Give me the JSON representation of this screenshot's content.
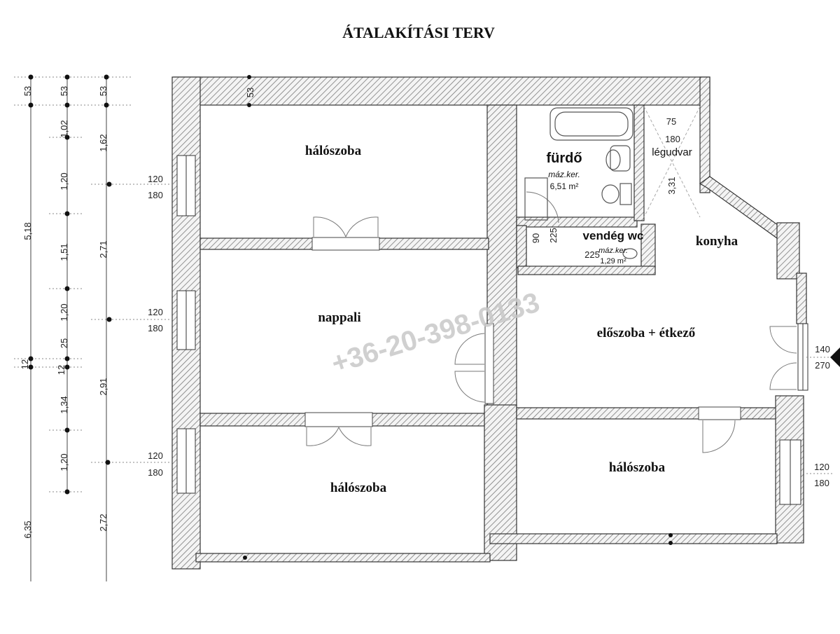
{
  "title": "ÁTALAKÍTÁSI TERV",
  "watermark": "+36-20-398-0133",
  "rooms": {
    "bedroom_top": "hálószoba",
    "living": "nappali",
    "bedroom_bottom_left": "hálószoba",
    "bedroom_bottom_right": "hálószoba",
    "bathroom": "fürdő",
    "bathroom_tile": "máz.ker.",
    "bathroom_area": "6,51 m²",
    "lightwell": "légudvar",
    "guest_wc": "vendég wc",
    "guest_wc_tile": "máz.ker.",
    "guest_wc_area": "1,29 m²",
    "kitchen": "konyha",
    "hall_dining": "előszoba + étkező"
  },
  "dimensions": {
    "col1": [
      "53",
      "5,18",
      "12",
      "6,35"
    ],
    "col2": [
      "53",
      "1,02",
      "1,20",
      "1,51",
      "1,20",
      "25",
      "12",
      "1,34",
      "1,20"
    ],
    "col3": [
      "53",
      "1,62",
      "2,71",
      "2,91",
      "2,72"
    ],
    "wall_top": "53",
    "window_sizes": [
      {
        "w": "120",
        "h": "180"
      },
      {
        "w": "120",
        "h": "180"
      },
      {
        "w": "120",
        "h": "180"
      },
      {
        "w": "140",
        "h": "270"
      },
      {
        "w": "120",
        "h": "180"
      }
    ],
    "lightwell_w": "75",
    "lightwell_h": "180",
    "lightwell_side": "3,31",
    "wc_90": "90",
    "wc_225a": "225",
    "wc_225b": "225"
  },
  "colors": {
    "wall_hatch": "#8a8a8a",
    "line": "#222222",
    "watermark": "#c8c8c8"
  }
}
